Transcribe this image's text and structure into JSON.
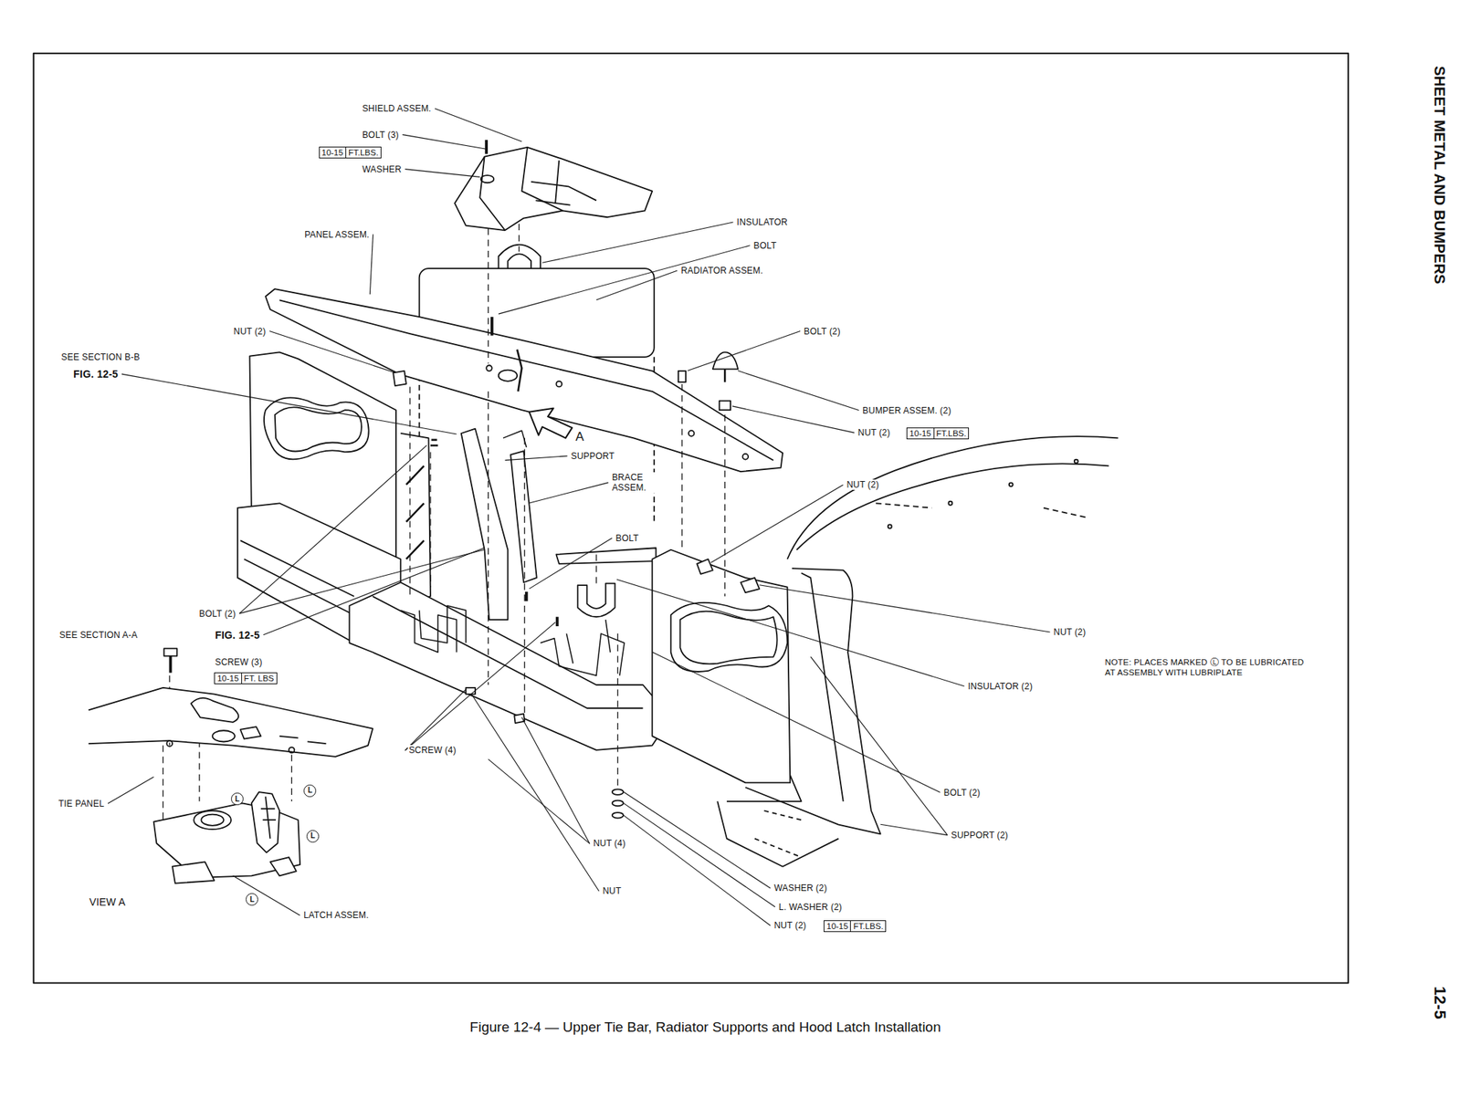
{
  "diagram": {
    "caption": "Figure 12-4 — Upper Tie Bar, Radiator Supports and Hood Latch Installation",
    "nodes": [
      {
        "text": [
          "10-15",
          "FT.LBS."
        ]
      },
      {
        "text": [
          "10-15",
          "FT.LBS."
        ]
      },
      {
        "text": [
          "10-15",
          "FT. LBS"
        ]
      },
      {
        "text": [
          "10-15",
          "FT.LBS."
        ]
      },
      {
        "text": [
          "L"
        ]
      },
      {
        "text": [
          "L"
        ]
      },
      {
        "text": [
          "L"
        ]
      },
      {
        "text": [
          "L"
        ]
      }
    ],
    "labels": [
      "SHIELD ASSEM.",
      "BOLT (3)",
      "WASHER",
      "INSULATOR",
      "BOLT",
      "RADIATOR ASSEM.",
      "PANEL ASSEM.",
      "NUT (2)",
      "BOLT (2)",
      "SEE SECTION B-B",
      "FIG. 12-5",
      "BUMPER ASSEM. (2)",
      "NUT (2)",
      "A",
      "SUPPORT",
      "BRACE ASSEM.",
      "NUT (2)",
      "BOLT",
      "BOLT (2)",
      "SEE SECTION A-A",
      "FIG. 12-5",
      "NUT (2)",
      "NOTE: PLACES MARKED Ⓛ TO BE LUBRICATED AT ASSEMBLY WITH LUBRIPLATE",
      "SCREW (3)",
      "INSULATOR (2)",
      "SCREW (4)",
      "TIE PANEL",
      "BOLT (2)",
      "SUPPORT (2)",
      "NUT (4)",
      "NUT",
      "WASHER (2)",
      "VIEW A",
      "LATCH ASSEM.",
      "L. WASHER (2)",
      "NUT (2)",
      "SHEET METAL AND BUMPERS",
      "12-5"
    ]
  }
}
